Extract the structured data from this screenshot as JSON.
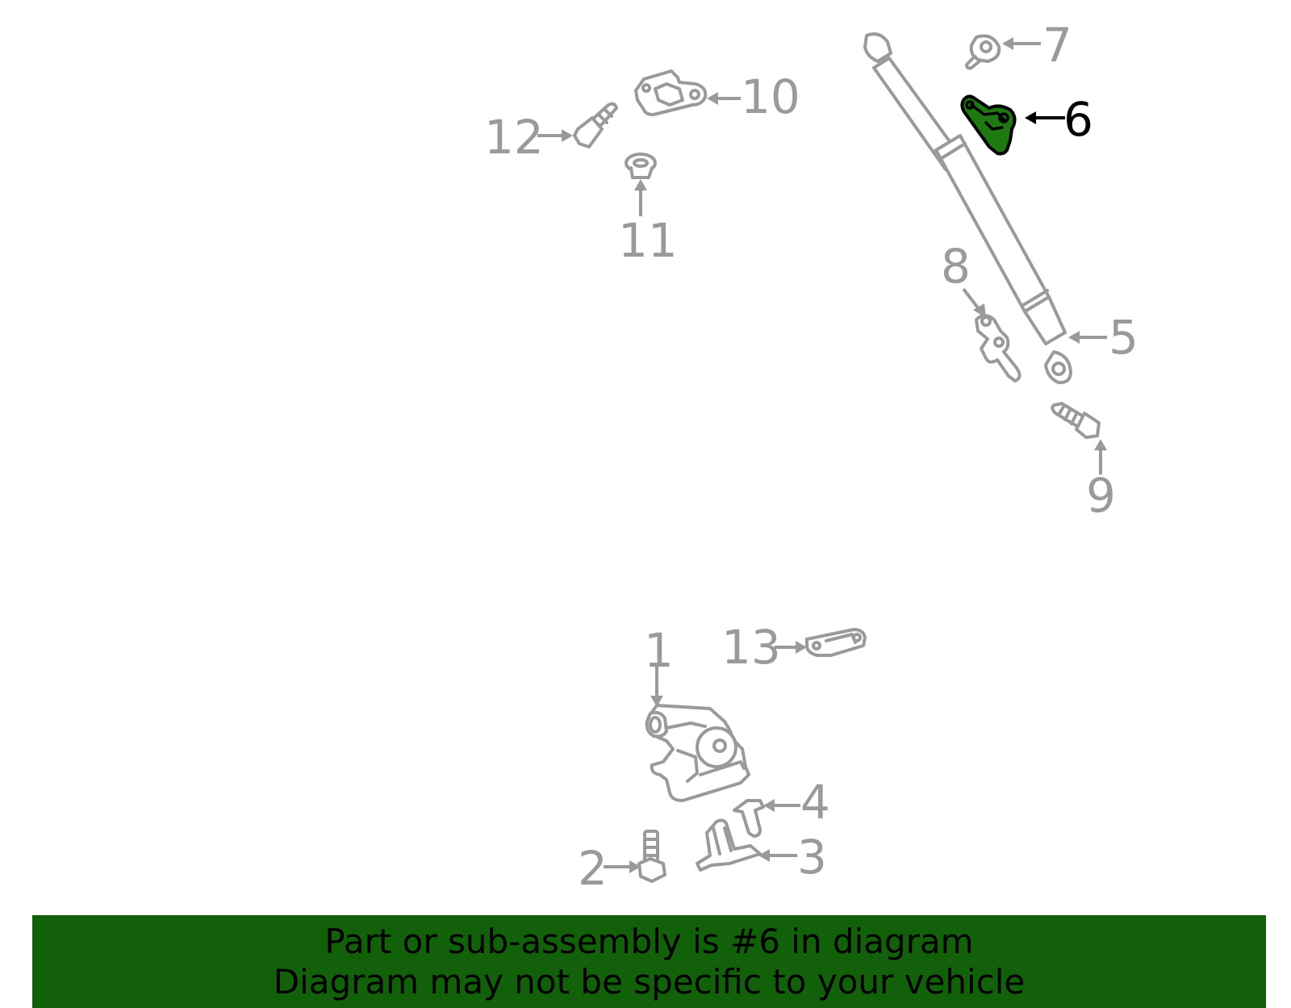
{
  "callouts": [
    {
      "id": "1",
      "label": "1"
    },
    {
      "id": "2",
      "label": "2"
    },
    {
      "id": "3",
      "label": "3"
    },
    {
      "id": "4",
      "label": "4"
    },
    {
      "id": "5",
      "label": "5"
    },
    {
      "id": "6",
      "label": "6",
      "highlighted": true
    },
    {
      "id": "7",
      "label": "7"
    },
    {
      "id": "8",
      "label": "8"
    },
    {
      "id": "9",
      "label": "9"
    },
    {
      "id": "10",
      "label": "10"
    },
    {
      "id": "11",
      "label": "11"
    },
    {
      "id": "12",
      "label": "12"
    },
    {
      "id": "13",
      "label": "13"
    }
  ],
  "banner": {
    "line1": "Part or sub-assembly is #6 in diagram",
    "line2": "Diagram may not be specific to your vehicle"
  },
  "colors": {
    "banner_background": "#126009",
    "highlight_fill": "#1e7a10",
    "part_stroke": "#9a9a9a",
    "label_gray": "#9a9a9a",
    "label_highlight": "#000000"
  }
}
